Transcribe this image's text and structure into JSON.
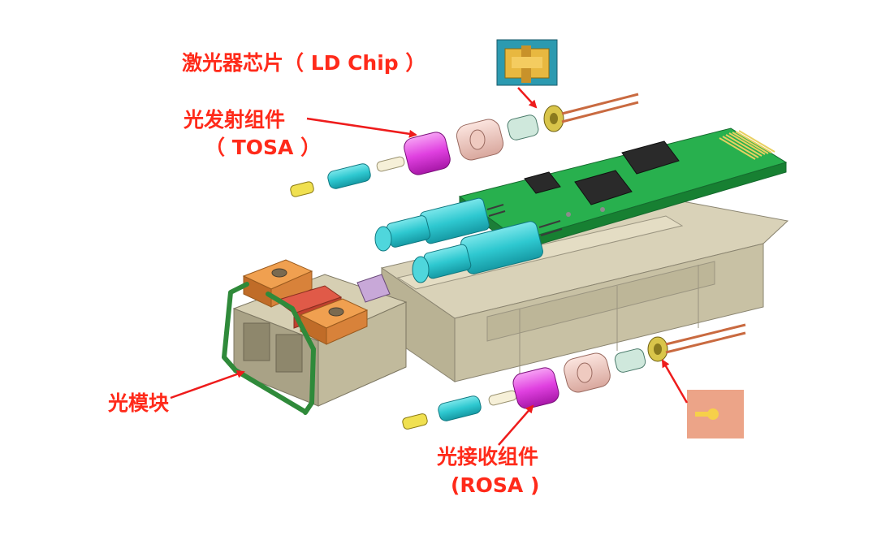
{
  "labels": {
    "ld_chip": "激光器芯片（ LD Chip ）",
    "tosa_cn": "光发射组件",
    "tosa_en": "（ TOSA ）",
    "module": "光模块",
    "rosa_cn": "光接收组件",
    "rosa_en": "(ROSA )"
  },
  "colors": {
    "label_red": "#ff2a1a",
    "arrow_red": "#ee1c1c",
    "pcb_green": "#22a84a",
    "housing_gray": "#cfc8ad",
    "sleeve_cyan": "#2ec8d0",
    "magenta_part": "#e040e0",
    "pink_ring": "#f2c8c0",
    "gold_header": "#d9c54a",
    "latch_orange": "#e88a3a",
    "bail_green": "#2f8a3a"
  }
}
